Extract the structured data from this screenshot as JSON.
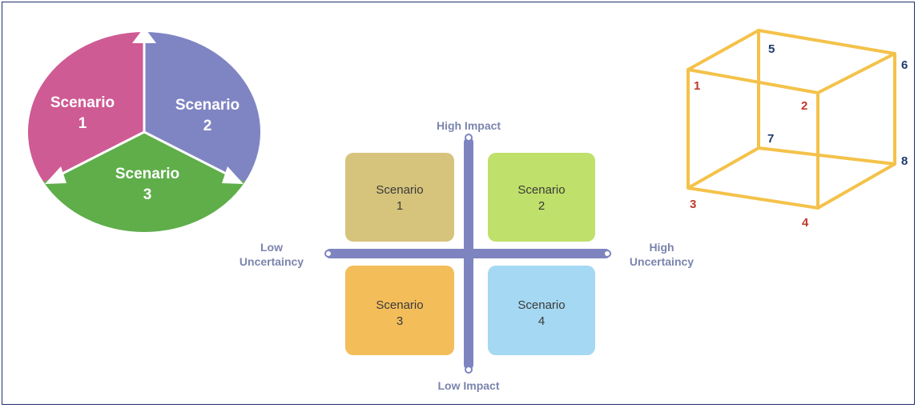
{
  "colors": {
    "pie_scenario_1": "#cf5b94",
    "pie_scenario_2": "#7f85c3",
    "pie_scenario_3": "#5fae4a",
    "axis": "#7e84c0",
    "box_1": "#d6c47c",
    "box_2": "#bfe06a",
    "box_3": "#f3bd5a",
    "box_4": "#a5d8f2",
    "cube_edge": "#f4c24a",
    "cube_red_label": "#c0392b",
    "cube_blue_label": "#1e3a6e"
  },
  "pie": {
    "s1_line1": "Scenario",
    "s1_line2": "1",
    "s2_line1": "Scenario",
    "s2_line2": "2",
    "s3_line1": "Scenario",
    "s3_line2": "3"
  },
  "matrix": {
    "high_impact": "High Impact",
    "low_impact": "Low Impact",
    "low_uncertainty_line1": "Low",
    "low_uncertainty_line2": "Uncertaincy",
    "high_uncertainty_line1": "High",
    "high_uncertainty_line2": "Uncertaincy",
    "boxes": [
      {
        "line1": "Scenario",
        "line2": "1"
      },
      {
        "line1": "Scenario",
        "line2": "2"
      },
      {
        "line1": "Scenario",
        "line2": "3"
      },
      {
        "line1": "Scenario",
        "line2": "4"
      }
    ]
  },
  "cube": {
    "labels": [
      "1",
      "2",
      "3",
      "4",
      "5",
      "6",
      "7",
      "8"
    ]
  }
}
